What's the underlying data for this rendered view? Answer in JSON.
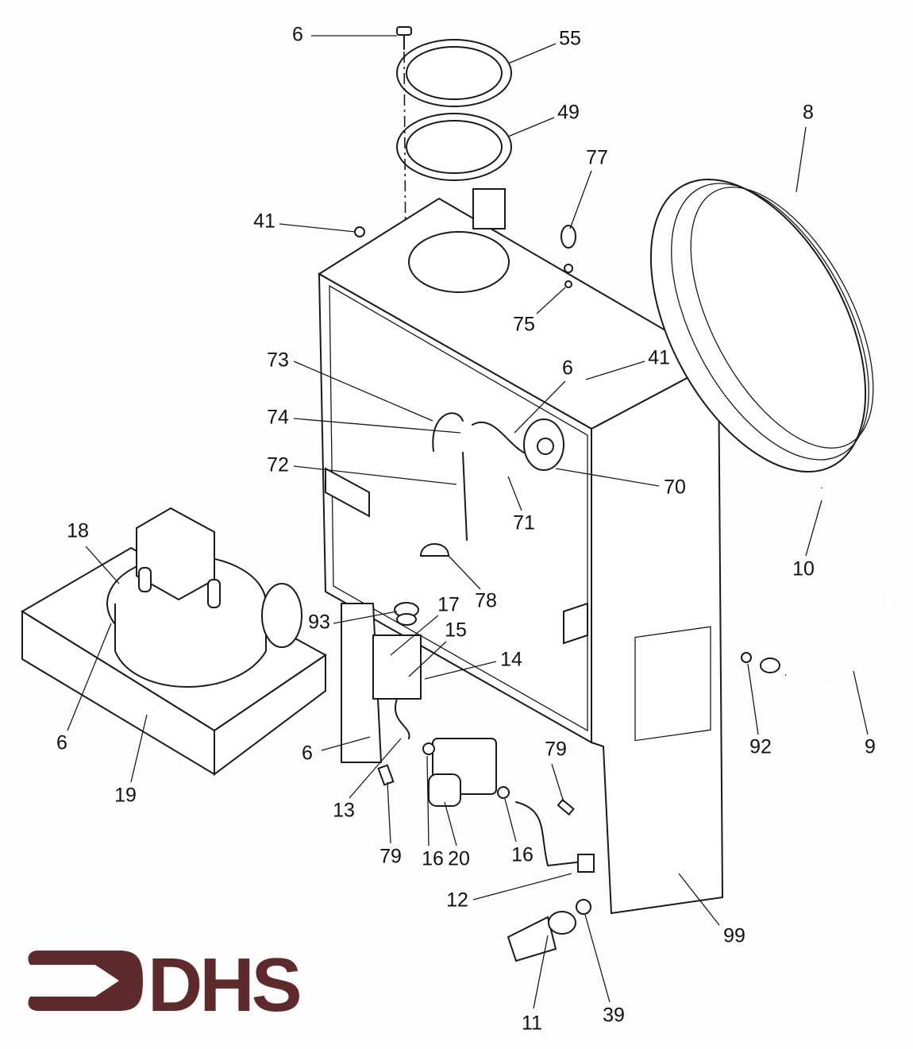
{
  "title": "Boiler exploded parts diagram",
  "logo": {
    "text": "DHS",
    "color": "#5e2a2c"
  },
  "part_labels": [
    {
      "id": "l1",
      "text": "6"
    },
    {
      "id": "l2",
      "text": "55"
    },
    {
      "id": "l3",
      "text": "49"
    },
    {
      "id": "l4",
      "text": "8"
    },
    {
      "id": "l5",
      "text": "77"
    },
    {
      "id": "l6",
      "text": "41"
    },
    {
      "id": "l7",
      "text": "75"
    },
    {
      "id": "l8",
      "text": "73"
    },
    {
      "id": "l9",
      "text": "6"
    },
    {
      "id": "l10",
      "text": "41"
    },
    {
      "id": "l11",
      "text": "74"
    },
    {
      "id": "l12",
      "text": "72"
    },
    {
      "id": "l13",
      "text": "70"
    },
    {
      "id": "l14",
      "text": "71"
    },
    {
      "id": "l15",
      "text": "18"
    },
    {
      "id": "l16",
      "text": "10"
    },
    {
      "id": "l17",
      "text": "78"
    },
    {
      "id": "l18",
      "text": "93"
    },
    {
      "id": "l19",
      "text": "17"
    },
    {
      "id": "l20",
      "text": "15"
    },
    {
      "id": "l21",
      "text": "14"
    },
    {
      "id": "l22",
      "text": "6"
    },
    {
      "id": "l23",
      "text": "6"
    },
    {
      "id": "l24",
      "text": "92"
    },
    {
      "id": "l25",
      "text": "9"
    },
    {
      "id": "l26",
      "text": "79"
    },
    {
      "id": "l27",
      "text": "19"
    },
    {
      "id": "l28",
      "text": "13"
    },
    {
      "id": "l29",
      "text": "79"
    },
    {
      "id": "l30",
      "text": "16"
    },
    {
      "id": "l31",
      "text": "20"
    },
    {
      "id": "l32",
      "text": "16"
    },
    {
      "id": "l33",
      "text": "12"
    },
    {
      "id": "l34",
      "text": "99"
    },
    {
      "id": "l35",
      "text": "11"
    },
    {
      "id": "l36",
      "text": "39"
    }
  ]
}
